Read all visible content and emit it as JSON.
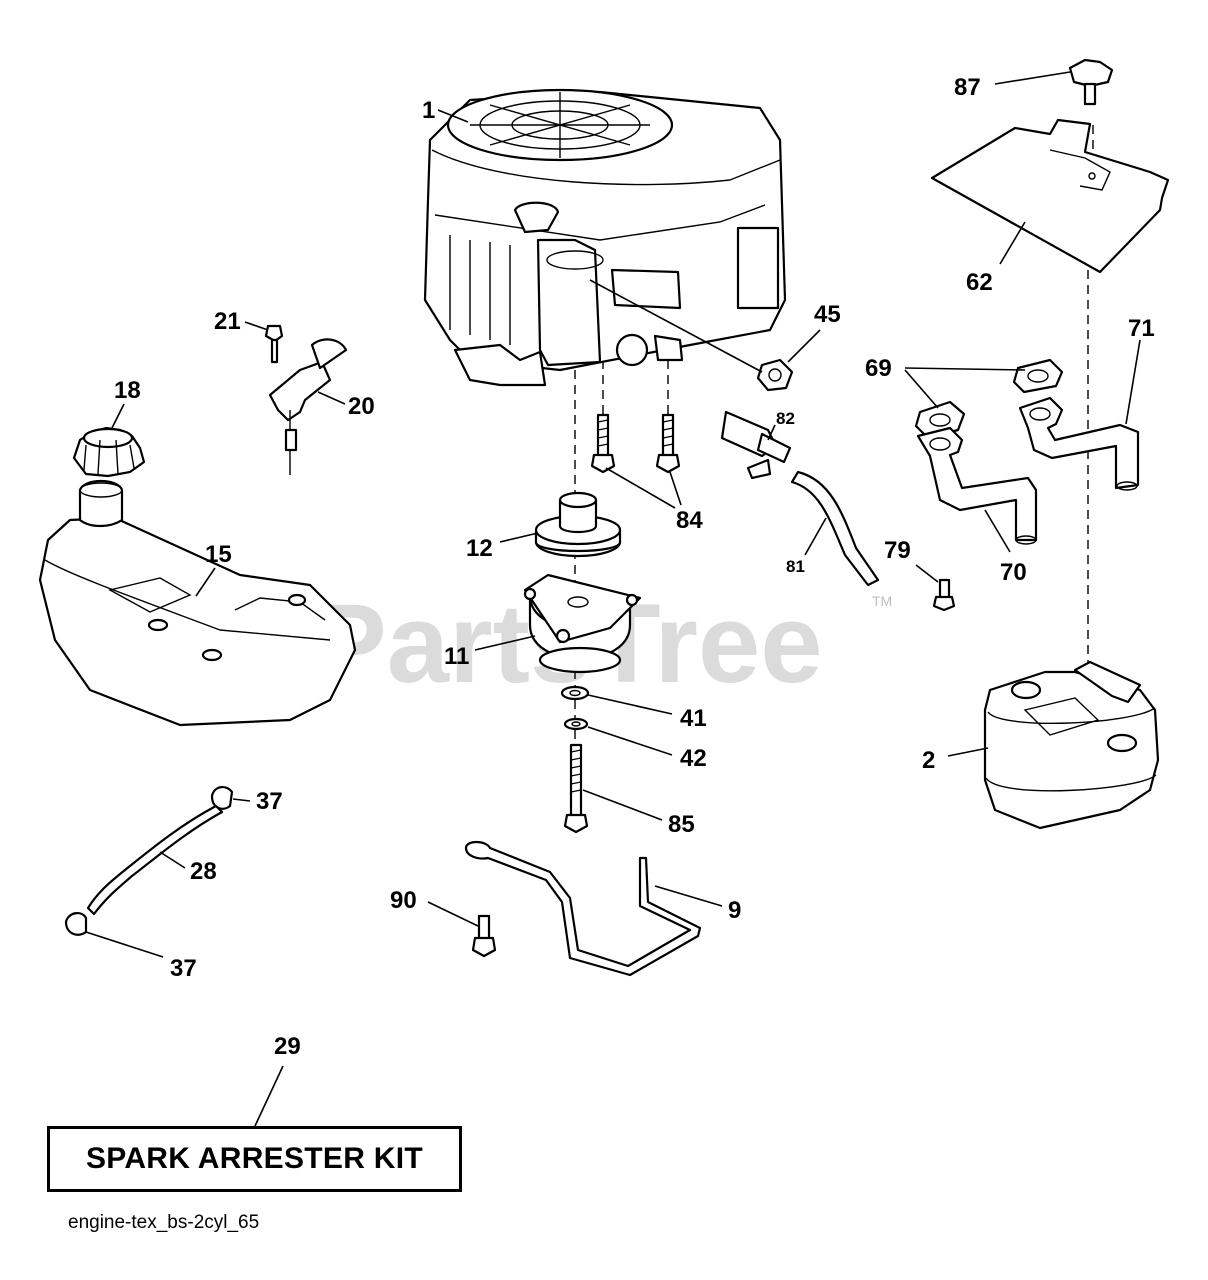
{
  "watermark": {
    "text": "PartsTree",
    "trademark": "TM"
  },
  "callouts": {
    "c1": "1",
    "c2": "2",
    "c9": "9",
    "c11": "11",
    "c12": "12",
    "c15": "15",
    "c18": "18",
    "c20": "20",
    "c21": "21",
    "c28": "28",
    "c29": "29",
    "c37a": "37",
    "c37b": "37",
    "c41": "41",
    "c42": "42",
    "c45": "45",
    "c62": "62",
    "c69": "69",
    "c70": "70",
    "c71": "71",
    "c79": "79",
    "c81": "81",
    "c82": "82",
    "c84": "84",
    "c85": "85",
    "c87": "87",
    "c90": "90"
  },
  "kit_label": "SPARK ARRESTER KIT",
  "caption": "engine-tex_bs-2cyl_65"
}
